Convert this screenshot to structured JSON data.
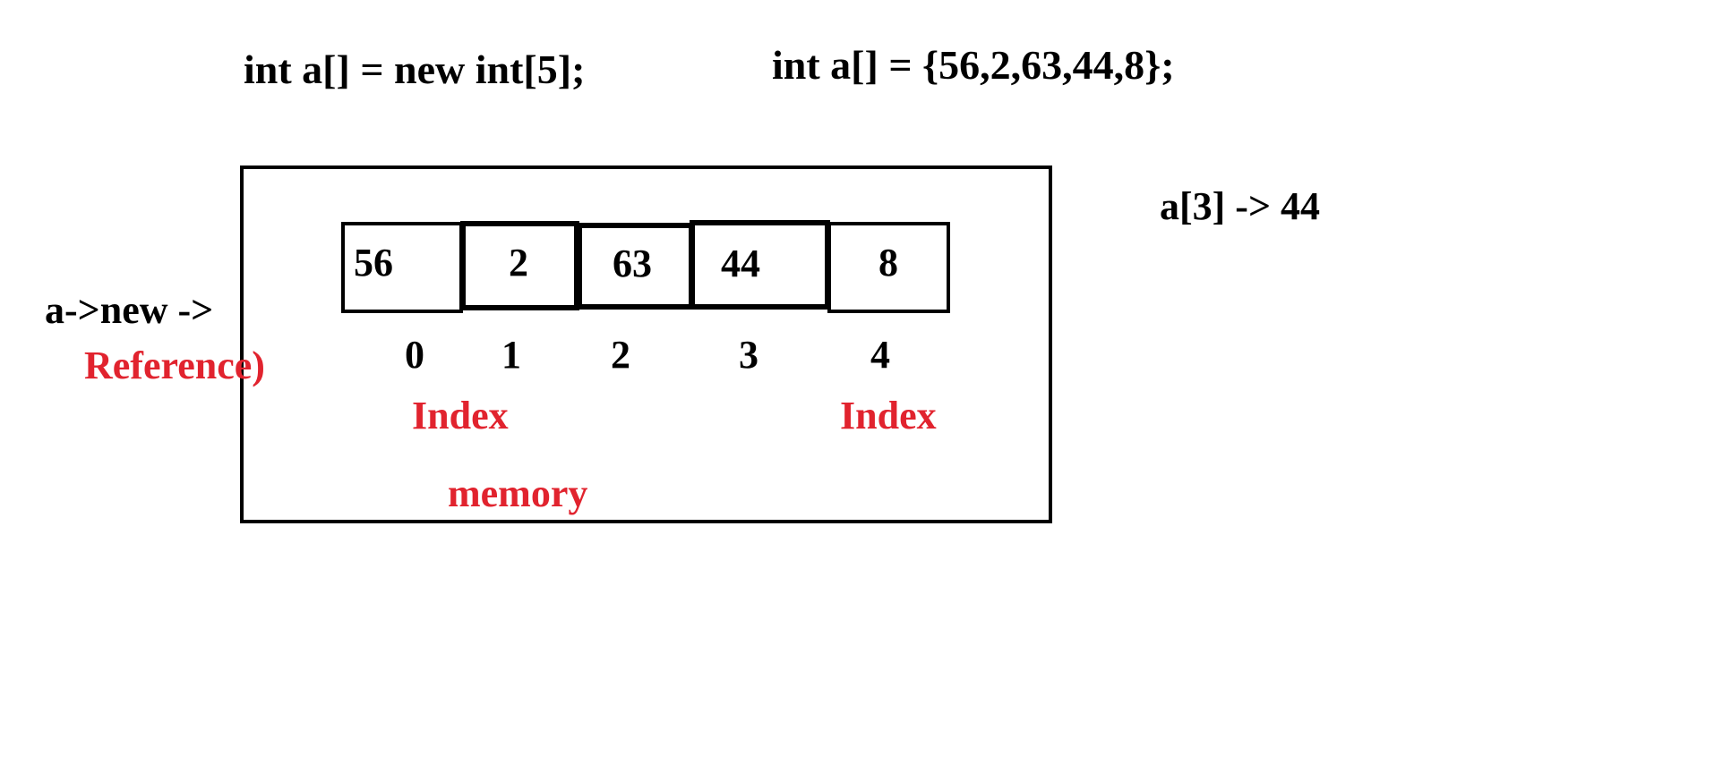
{
  "declarations": {
    "left": "int a[] = new int[5];",
    "right": "int a[] = {56,2,63,44,8};"
  },
  "array": {
    "values": [
      "56",
      "2",
      "63",
      "44",
      "8"
    ],
    "indices": [
      "0",
      "1",
      "2",
      "3",
      "4"
    ]
  },
  "reference": {
    "pointer_text": "a->new ->",
    "label": "Reference)"
  },
  "labels": {
    "index_left": "Index",
    "index_right": "Index",
    "memory": "memory"
  },
  "access_example": "a[3]  -> 44",
  "colors": {
    "text": "#000000",
    "accent_red": "#e1232e",
    "background": "#ffffff"
  }
}
